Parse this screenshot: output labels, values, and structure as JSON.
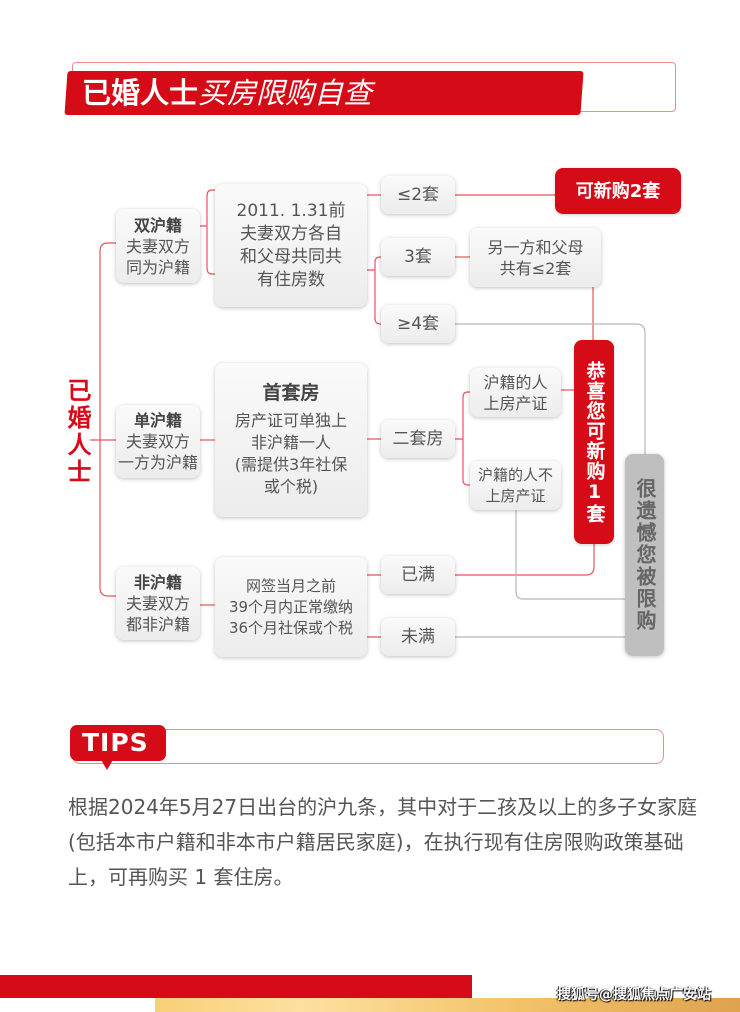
{
  "title": {
    "bold": "已婚人士",
    "rest": "买房限购自查"
  },
  "side_label": "已婚人士",
  "categories": [
    {
      "name": "双沪籍",
      "desc": [
        "夫妻双方",
        "同为沪籍"
      ]
    },
    {
      "name": "单沪籍",
      "desc": [
        "夫妻双方",
        "一方为沪籍"
      ]
    },
    {
      "name": "非沪籍",
      "desc": [
        "夫妻双方",
        "都非沪籍"
      ]
    }
  ],
  "conditions": {
    "double": [
      "2011. 1.31前",
      "夫妻双方各自",
      "和父母共同共",
      "有住房数"
    ],
    "single_title": "首套房",
    "single": [
      "房产证可单独上",
      "非沪籍一人",
      "(需提供3年社保",
      "或个税)"
    ],
    "none": [
      "网签当月之前",
      "39个月内正常缴纳",
      "36个月社保或个税"
    ]
  },
  "options": {
    "le2": "≤2套",
    "three": "3套",
    "ge4": "≥4套",
    "other_party": [
      "另一方和父母",
      "共有≤2套"
    ],
    "second": "二套房",
    "on_cert": [
      "沪籍的人",
      "上房产证"
    ],
    "not_on_cert": [
      "沪籍的人不",
      "上房产证"
    ],
    "full": "已满",
    "not_full": "未满"
  },
  "results": {
    "buy2": "可新购2套",
    "congrats": "恭喜您可新购1套",
    "sorry": "很遗憾您被限购"
  },
  "tips": {
    "label": "TIPS",
    "text": "根据2024年5月27日出台的沪九条，其中对于二孩及以上的多子女家庭(包括本市户籍和非本市户籍居民家庭)，在执行现有住房限购政策基础上，可再购买 1 套住房。"
  },
  "watermark": "搜狐号@搜狐焦点广安站",
  "colors": {
    "accent": "#d60b18",
    "gray": "#bfbfbf",
    "gold": "#f3c46a"
  }
}
